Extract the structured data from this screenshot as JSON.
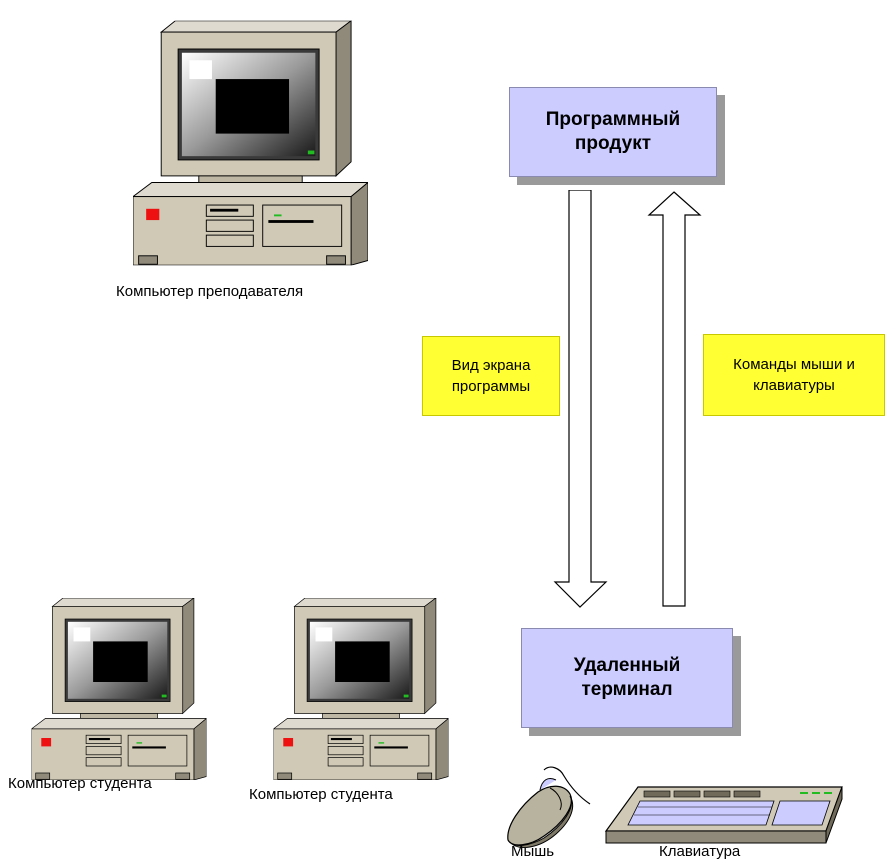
{
  "computers": {
    "teacher_label": "Компьютер преподавателя",
    "student1_label": "Компьютер студента",
    "student2_label": "Компьютер студента"
  },
  "boxes": {
    "software": {
      "line1": "Программный",
      "line2": "продукт"
    },
    "terminal": {
      "line1": "Удаленный",
      "line2": "терминал"
    }
  },
  "notes": {
    "screen_view": {
      "line1": "Вид экрана",
      "line2": "программы"
    },
    "commands": {
      "line1": "Команды мыши и",
      "line2": "клавиатуры"
    }
  },
  "devices": {
    "mouse_label": "Мышь",
    "keyboard_label": "Клавиатура"
  },
  "colors": {
    "box_fill": "#ccccff",
    "note_fill": "#ffff33",
    "computer_beige": "#cfc9b6"
  }
}
